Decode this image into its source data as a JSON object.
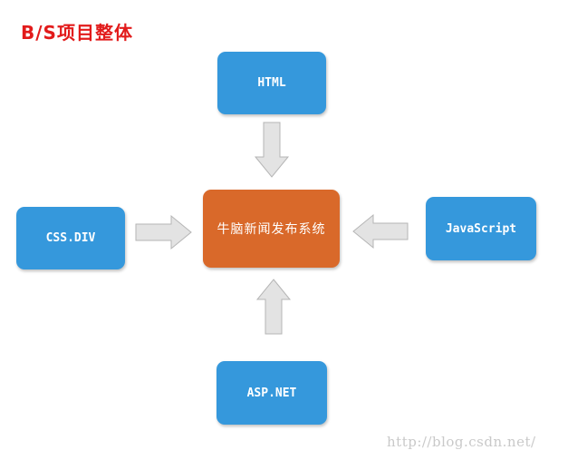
{
  "title": "B/S项目整体",
  "nodes": {
    "top": "HTML",
    "left": "CSS.DIV",
    "right": "JavaScript",
    "bottom": "ASP.NET",
    "center": "牛脑新闻发布系统"
  },
  "watermark": "http://blog.csdn.net/",
  "colors": {
    "title": "#e21b1b",
    "node_blue": "#3598dc",
    "node_center": "#d9692a",
    "arrow_fill": "#e3e3e3",
    "arrow_stroke": "#b5b5b5"
  }
}
